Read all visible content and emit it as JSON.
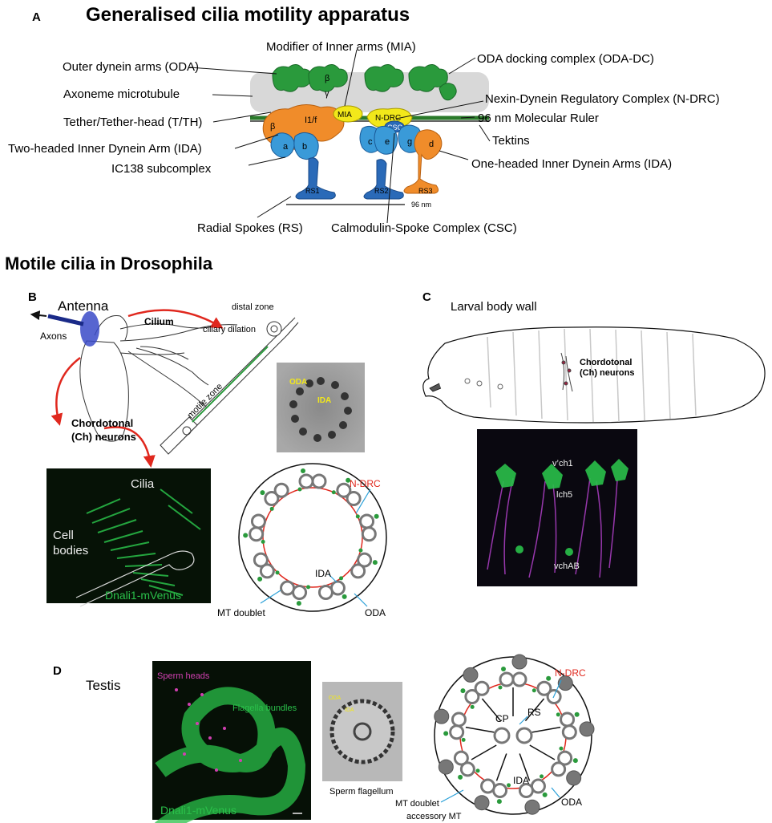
{
  "panels": {
    "a": {
      "letter": "A",
      "title": "Generalised cilia motility apparatus",
      "labels": {
        "oda": "Outer dynein arms (ODA)",
        "mia": "Modifier of Inner arms (MIA)",
        "oda_dc": "ODA docking complex (ODA-DC)",
        "axoneme": "Axoneme microtubule",
        "ndrc": "Nexin-Dynein Regulatory Complex (N-DRC)",
        "tether": "Tether/Tether-head (T/TH)",
        "ruler": "96 nm Molecular Ruler",
        "two_headed": "Two-headed Inner Dynein Arm (IDA)",
        "tektins": "Tektins",
        "ic138": "IC138 subcomplex",
        "one_headed": "One-headed Inner Dynein Arms (IDA)",
        "rs": "Radial Spokes (RS)",
        "csc": "Calmodulin-Spoke Complex (CSC)",
        "scale": "96 nm"
      },
      "inner": {
        "beta": "β",
        "gamma": "γ",
        "mia": "MIA",
        "i1f": "I1/f",
        "ndrc": "N-DRC",
        "csc": "CSC",
        "a": "a",
        "b": "b",
        "c": "c",
        "e": "e",
        "g": "g",
        "d": "d",
        "rs1": "RS1",
        "rs2": "RS2",
        "rs3": "RS3"
      }
    },
    "section_title": "Motile cilia in Drosophila",
    "b": {
      "letter": "B",
      "antenna": "Antenna",
      "axons": "Axons",
      "cilium": "Cilium",
      "distal_zone": "distal zone",
      "ciliary_dilation": "ciliary dilation",
      "motile_zone": "motile zone",
      "ch_neurons": [
        "Chordotonal",
        "(Ch) neurons"
      ],
      "em_oda": "ODA",
      "em_ida": "IDA",
      "cilia": "Cilia",
      "cell_bodies": [
        "Cell",
        "bodies"
      ],
      "dnali": "Dnali1-mVenus",
      "ndrc": "N-DRC",
      "ida": "IDA",
      "mt_doublet": "MT doublet",
      "oda": "ODA"
    },
    "c": {
      "letter": "C",
      "title": "Larval body wall",
      "ch_neurons": [
        "Chordotonal",
        "(Ch) neurons"
      ],
      "vch1": "v’ch1",
      "lch5": "lch5",
      "vchab": "vchAB"
    },
    "d": {
      "letter": "D",
      "title": "Testis",
      "sperm_heads": "Sperm heads",
      "flagella": "Flagella bundles",
      "dnali": "Dnali1-mVenus",
      "em_oda": "ODA",
      "em_ida": "IDA",
      "sperm_flagellum": "Sperm flagellum",
      "ndrc": "N-DRC",
      "cp": "CP",
      "rs": "RS",
      "ida": "IDA",
      "mt_doublet": "MT doublet",
      "accessory": "accessory MT",
      "oda": "ODA"
    }
  },
  "colors": {
    "dynein_green": "#2a9a3c",
    "idas_blue": "#3a9ad8",
    "rs_blue": "#2a6ab8",
    "orange": "#f08c2a",
    "yellow": "#f2e81a",
    "arrow_red": "#e0281e",
    "ndrc_red": "#e0281e",
    "leader_blue": "#2aa0d8",
    "fluor_green": "#2ac04a",
    "magenta": "#b040c8"
  }
}
